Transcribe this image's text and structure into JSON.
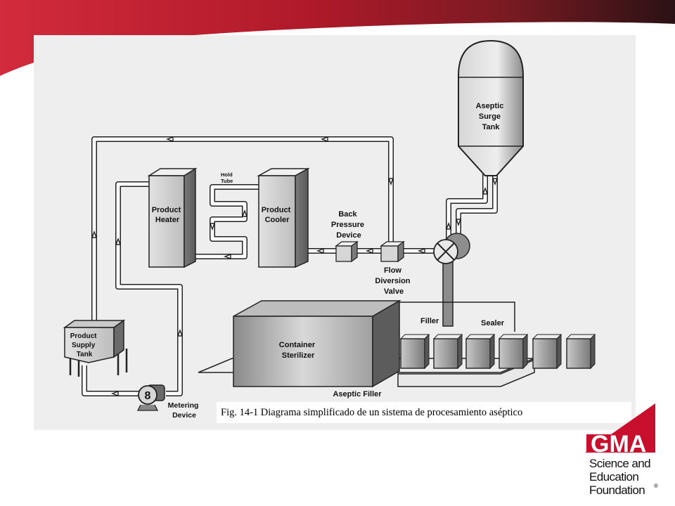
{
  "diagram": {
    "labels": {
      "product_heater": [
        "Product",
        "Heater"
      ],
      "hold_tube": [
        "Hold",
        "Tube"
      ],
      "product_cooler": [
        "Product",
        "Cooler"
      ],
      "back_pressure_device": [
        "Back",
        "Pressure",
        "Device"
      ],
      "flow_diversion_valve": [
        "Flow",
        "Diversion",
        "Valve"
      ],
      "aseptic_surge_tank": [
        "Aseptic",
        "Surge",
        "Tank"
      ],
      "product_supply_tank": [
        "Product",
        "Supply",
        "Tank"
      ],
      "metering_device": [
        "Metering",
        "Device"
      ],
      "container_sterilizer": [
        "Container",
        "Sterilizer"
      ],
      "filler": "Filler",
      "sealer": "Sealer",
      "aseptic_filler": "Aseptic Filler"
    },
    "caption": "Fig. 14-1  Diagrama simplificado de un sistema de procesamiento aséptico"
  },
  "logo": {
    "name": "GMA",
    "lines": [
      "Science and",
      "Education",
      "Foundation"
    ],
    "registered": "®"
  },
  "colors": {
    "banner_red": "#b01a2a",
    "banner_dark": "#3a1416",
    "panel_bg": "#eeeeee",
    "logo_red": "#c8102e"
  }
}
